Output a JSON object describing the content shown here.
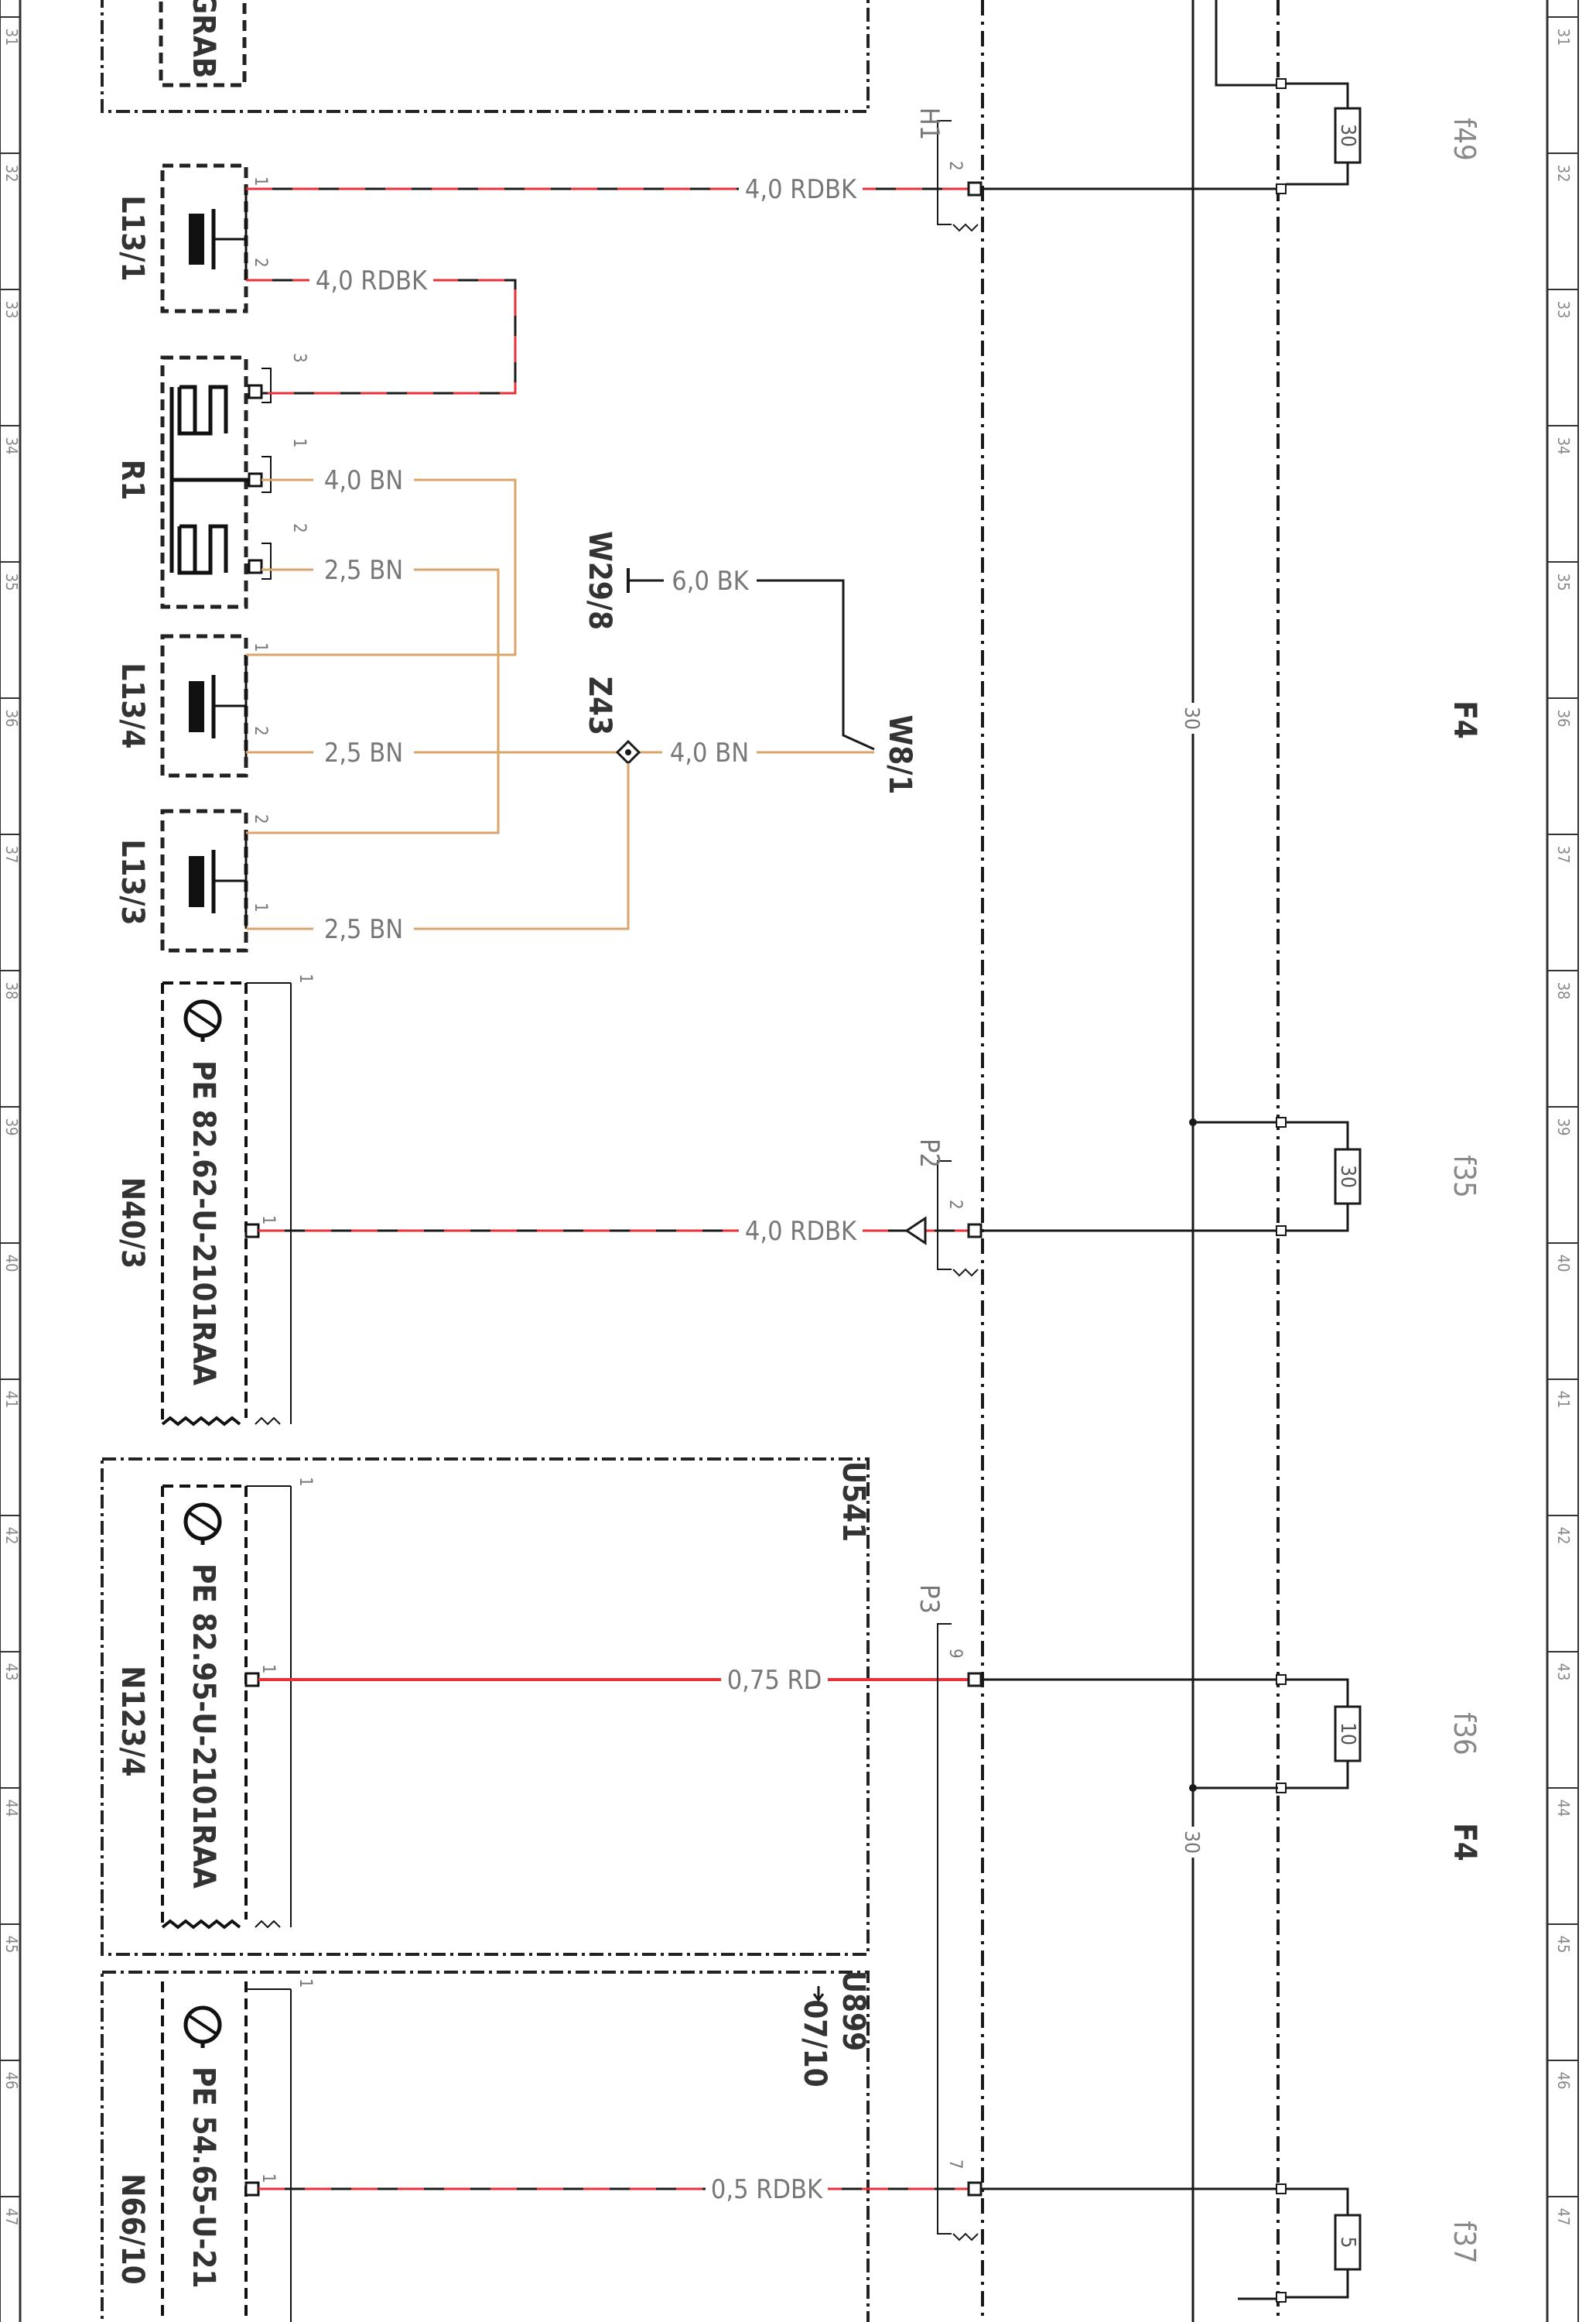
{
  "colors": {
    "rdbk_red": "#e8323a",
    "rdbk_black": "#1a1a1a",
    "rd": "#e8323a",
    "bn": "#d9a56b",
    "bk": "#1a1a1a",
    "frame": "#222222",
    "label": "#777777"
  },
  "ruler": {
    "left_numbers": [
      "31",
      "32",
      "33",
      "34",
      "35",
      "36",
      "37",
      "38",
      "39",
      "40",
      "41",
      "42",
      "43",
      "44",
      "45",
      "46",
      "47"
    ],
    "right_numbers": [
      "31",
      "32",
      "33",
      "34",
      "35",
      "36",
      "37",
      "38",
      "39",
      "40",
      "41",
      "42",
      "43",
      "44",
      "45",
      "46",
      "47"
    ]
  },
  "components": {
    "grab_fragment": "GRAB",
    "l13_1": "L13/1",
    "r1": "R1",
    "l13_4": "L13/4",
    "l13_3": "L13/3",
    "n40_3": "N40/3",
    "n40_3_ref": "PE 82.62-U-2101RAA",
    "n123_4": "N123/4",
    "n123_4_ref": "PE 82.95-U-2101RAA",
    "n66_10": "N66/10",
    "n66_10_ref": "PE 54.65-U-21",
    "w29_8": "W29/8",
    "z43": "Z43",
    "w8_1": "W8/1",
    "u541": "U541",
    "u899": "U899",
    "u899_ref": "07/10",
    "f4_a": "F4",
    "f4_b": "F4"
  },
  "connectors": {
    "h1": "H1",
    "p2": "P2",
    "p3": "P3"
  },
  "pins": {
    "l13_1_p1": "1",
    "l13_1_p2": "2",
    "r1_p3": "3",
    "r1_p1": "1",
    "r1_p2": "2",
    "l13_4_p1": "1",
    "l13_4_p2": "2",
    "l13_3_p2": "2",
    "l13_3_p1": "1",
    "n40_3_p1a": "1",
    "n40_3_p1b": "1",
    "n123_4_p1a": "1",
    "n123_4_p1b": "1",
    "n66_10_p1a": "1",
    "n66_10_p1b": "1",
    "h1_p2": "2",
    "p2_p2": "2",
    "p3_p9": "9",
    "p3_p7": "7"
  },
  "wires": {
    "w1": "4,0 RDBK",
    "w2": "4,0 RDBK",
    "w3": "4,0 BN",
    "w4": "2,5 BN",
    "w5": "6,0 BK",
    "w6": "2,5 BN",
    "w7": "4,0 BN",
    "w8": "2,5 BN",
    "w9": "4,0 RDBK",
    "w10": "0,75 RD",
    "w11": "0,5 RDBK"
  },
  "fuses": {
    "f49": {
      "name": "f49",
      "rating": "30"
    },
    "f35": {
      "name": "f35",
      "rating": "30"
    },
    "f36": {
      "name": "f36",
      "rating": "10"
    },
    "f37": {
      "name": "f37",
      "rating": "5"
    }
  },
  "bus": {
    "label_a": "30",
    "label_b": "30"
  }
}
